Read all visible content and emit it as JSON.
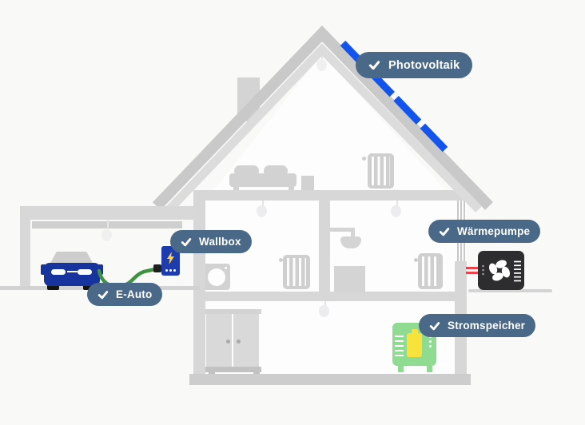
{
  "callouts": [
    {
      "id": "photovoltaik",
      "label": "Photovoltaik",
      "icon": "check-icon",
      "checked": true
    },
    {
      "id": "wallbox",
      "label": "Wallbox",
      "icon": "check-icon",
      "checked": true
    },
    {
      "id": "e-auto",
      "label": "E-Auto",
      "icon": "check-icon",
      "checked": true
    },
    {
      "id": "waermepumpe",
      "label": "Wärmepumpe",
      "icon": "check-icon",
      "checked": true
    },
    {
      "id": "stromspeicher",
      "label": "Stromspeicher",
      "icon": "check-icon",
      "checked": true
    }
  ],
  "illustration": {
    "type": "house-cross-section",
    "elements": [
      "roof",
      "photovoltaic-panels",
      "chimney",
      "attic-sofa",
      "radiators",
      "ceiling-lamps",
      "shower",
      "washing-machine",
      "wardrobe",
      "garage",
      "electric-car",
      "charging-cable",
      "wallbox-charger",
      "battery-storage",
      "heat-pump",
      "heating-pipes"
    ]
  },
  "colors": {
    "background": "#f9f9f7",
    "interior_white": "#fdfdfd",
    "wall_gray": "#d7d7d7",
    "roof_outer_gray": "#c9c9c9",
    "roof_inner_gray": "#dcdcdc",
    "callout_bg": "#4a6887",
    "pv_blue": "#1353ee",
    "car_blue": "#17339e",
    "wallbox_blue": "#1e3cad",
    "cable_green": "#3f9241",
    "battery_green": "#8fdb91",
    "battery_yellow": "#f8e33c",
    "lightning_yellow": "#ffd23d",
    "pipe_red": "#ee424b",
    "heatpump_dark": "#2d2d2f"
  }
}
